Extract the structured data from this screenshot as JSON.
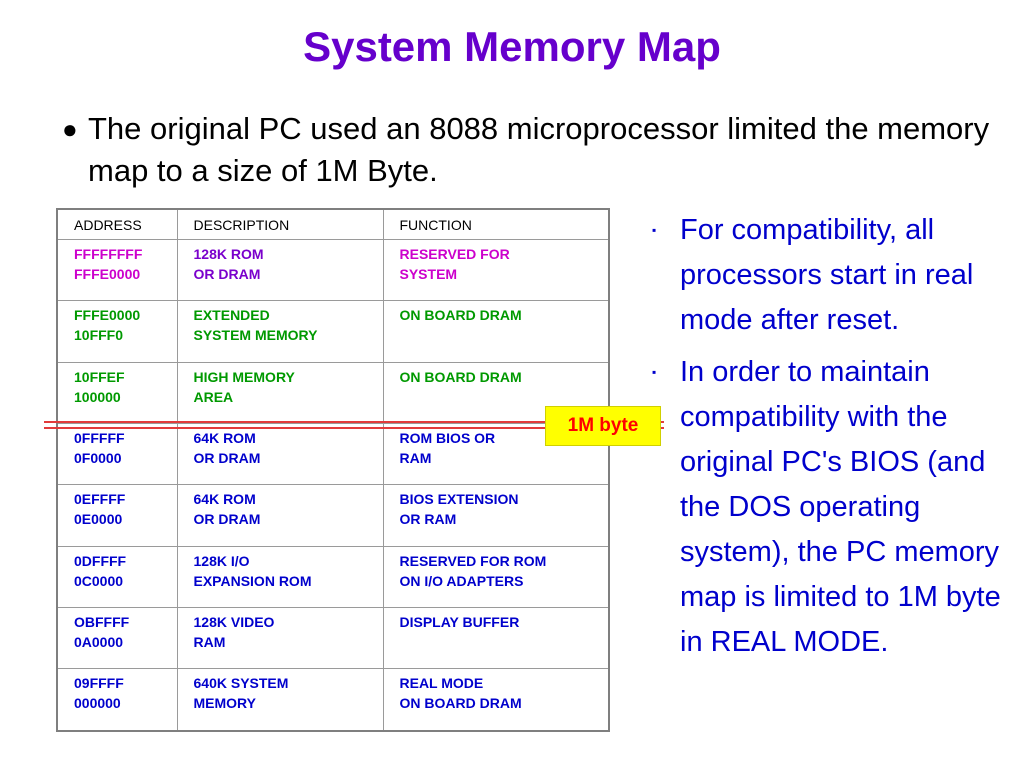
{
  "slide": {
    "title": "System Memory Map",
    "bullet_symbol": "●",
    "bullet_text": "The original PC used an 8088 microprocessor limited the memory map to a size of 1M Byte."
  },
  "table": {
    "headers": [
      "ADDRESS",
      "DESCRIPTION",
      "FUNCTION"
    ],
    "rows": [
      {
        "address": [
          "FFFFFFFF",
          "FFFE0000"
        ],
        "description": [
          "128K ROM",
          "OR DRAM"
        ],
        "function": [
          "RESERVED FOR",
          "SYSTEM"
        ]
      },
      {
        "address": [
          "FFFE0000",
          "10FFF0"
        ],
        "description": [
          "EXTENDED",
          "SYSTEM MEMORY"
        ],
        "function": [
          "ON BOARD DRAM",
          ""
        ]
      },
      {
        "address": [
          "10FFEF",
          "100000"
        ],
        "description": [
          "HIGH MEMORY",
          "AREA"
        ],
        "function": [
          "ON BOARD DRAM",
          ""
        ]
      },
      {
        "address": [
          "0FFFFF",
          "0F0000"
        ],
        "description": [
          "64K ROM",
          "OR DRAM"
        ],
        "function": [
          "ROM BIOS OR",
          "RAM"
        ]
      },
      {
        "address": [
          "0EFFFF",
          "0E0000"
        ],
        "description": [
          "64K ROM",
          "OR DRAM"
        ],
        "function": [
          "BIOS EXTENSION",
          "OR RAM"
        ]
      },
      {
        "address": [
          "0DFFFF",
          "0C0000"
        ],
        "description": [
          "128K I/O",
          "EXPANSION ROM"
        ],
        "function": [
          "RESERVED FOR ROM",
          "ON I/O ADAPTERS"
        ]
      },
      {
        "address": [
          "OBFFFF",
          "0A0000"
        ],
        "description": [
          "128K VIDEO",
          "RAM"
        ],
        "function": [
          "DISPLAY BUFFER",
          ""
        ]
      },
      {
        "address": [
          "09FFFF",
          "000000"
        ],
        "description": [
          "640K SYSTEM",
          "MEMORY"
        ],
        "function": [
          "REAL MODE",
          "ON BOARD DRAM"
        ]
      }
    ]
  },
  "boundary_badge": "1M byte",
  "side_notes": {
    "bullet_symbol": "▪",
    "items": [
      "For compatibility, all processors start in real mode after reset.",
      "In order to maintain compatibility with the original PC's BIOS (and the DOS operating system), the PC memory map is limited to 1M byte in REAL MODE."
    ]
  },
  "colors": {
    "title": "#6600cc",
    "side_text": "#0000cc",
    "badge_bg": "#ffff00",
    "badge_text": "#ff0000",
    "boundary_line": "#e23b3b"
  }
}
